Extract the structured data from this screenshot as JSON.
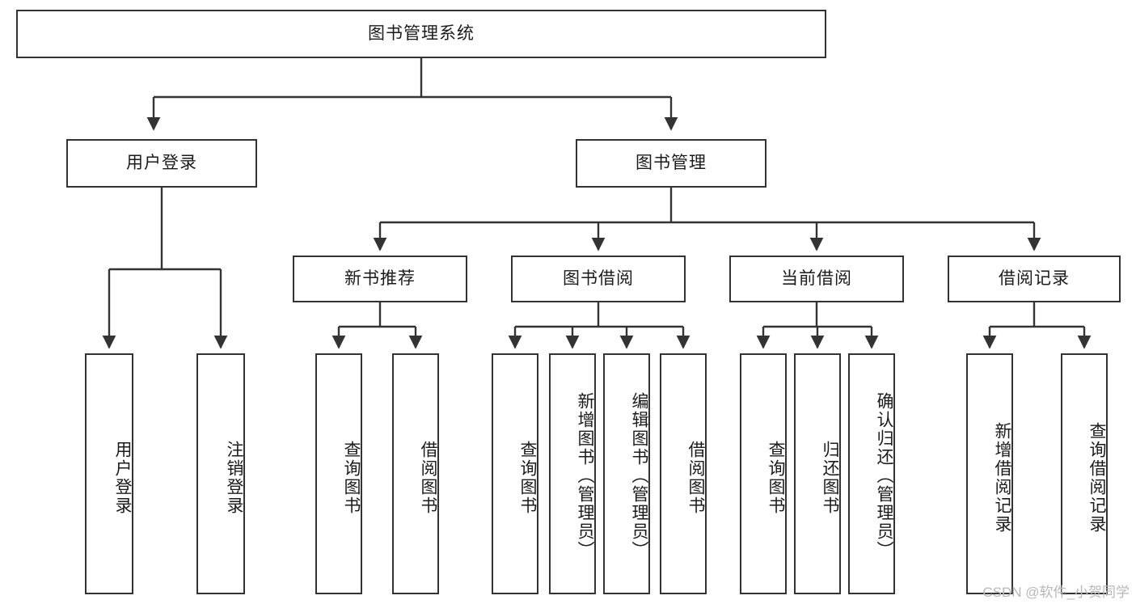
{
  "diagram": {
    "type": "tree-hierarchy",
    "title": "图书管理系统",
    "watermark": "CSDN @软件_小贺同学",
    "colors": {
      "stroke": "#333333",
      "fill": "#ffffff",
      "text": "#1b1b1b",
      "watermark": "#b8b8b8"
    },
    "root": {
      "label": "图书管理系统"
    },
    "level2": [
      {
        "label": "用户登录"
      },
      {
        "label": "图书管理"
      }
    ],
    "level3": [
      {
        "label": "新书推荐"
      },
      {
        "label": "图书借阅"
      },
      {
        "label": "当前借阅"
      },
      {
        "label": "借阅记录"
      }
    ],
    "leaves": {
      "user_login": [
        {
          "label": "用户登录"
        },
        {
          "label": "注销登录"
        }
      ],
      "new_book_recommend": [
        {
          "label": "查询图书"
        },
        {
          "label": "借阅图书"
        }
      ],
      "book_borrow": [
        {
          "label": "查询图书"
        },
        {
          "label": "新增图书（管理员）"
        },
        {
          "label": "编辑图书（管理员）"
        },
        {
          "label": "借阅图书"
        }
      ],
      "current_borrow": [
        {
          "label": "查询图书"
        },
        {
          "label": "归还图书"
        },
        {
          "label": "确认归还（管理员）"
        }
      ],
      "borrow_records": [
        {
          "label": "新增借阅记录"
        },
        {
          "label": "查询借阅记录"
        }
      ]
    }
  }
}
